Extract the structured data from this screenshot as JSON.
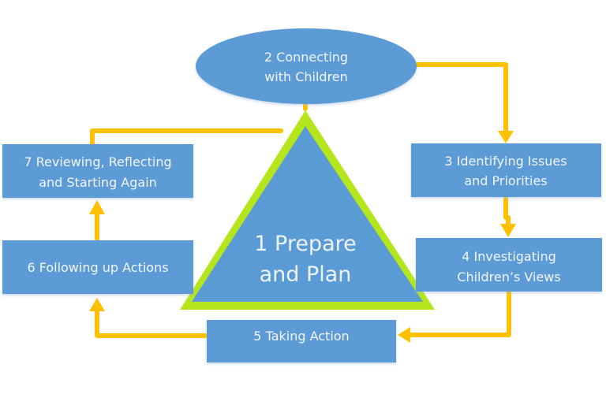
{
  "diagram": {
    "colors": {
      "node_fill": "#5b9bd5",
      "node_text": "#f2f6fb",
      "arrow": "#ffc000",
      "triangle_border": "#b5e61d",
      "background": "#ffffff"
    },
    "center": {
      "line1": "1 Prepare",
      "line2": "and Plan"
    },
    "nodes": [
      {
        "id": "step-2",
        "shape": "ellipse",
        "line1": "2 Connecting",
        "line2": "with Children"
      },
      {
        "id": "step-3",
        "shape": "rectangle",
        "line1": "3 Identifying Issues",
        "line2": "and Priorities"
      },
      {
        "id": "step-4",
        "shape": "rectangle",
        "line1": "4 Investigating",
        "line2": "Children’s Views"
      },
      {
        "id": "step-5",
        "shape": "rectangle",
        "line1": "5 Taking Action",
        "line2": ""
      },
      {
        "id": "step-6",
        "shape": "rectangle",
        "line1": "6 Following up Actions",
        "line2": ""
      },
      {
        "id": "step-7",
        "shape": "rectangle",
        "line1": "7 Reviewing, Reflecting",
        "line2": "and Starting Again"
      }
    ],
    "flow": [
      {
        "from": "step-2",
        "to": "step-3"
      },
      {
        "from": "step-3",
        "to": "step-4"
      },
      {
        "from": "step-4",
        "to": "step-5"
      },
      {
        "from": "step-5",
        "to": "step-6"
      },
      {
        "from": "step-6",
        "to": "step-7"
      },
      {
        "from": "step-7",
        "to": "step-2"
      }
    ]
  }
}
